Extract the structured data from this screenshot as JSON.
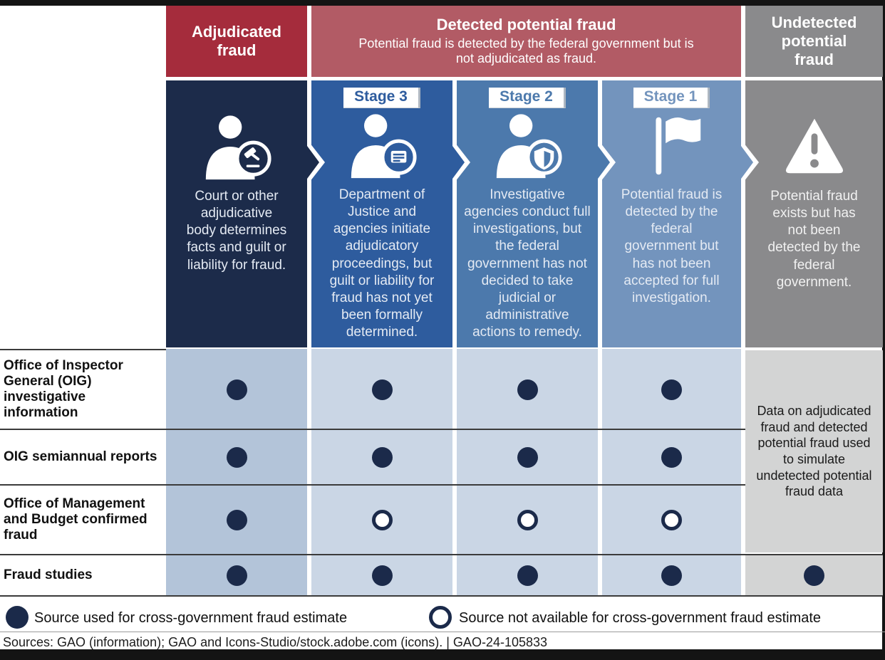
{
  "header": {
    "adjudicated_title": "Adjudicated fraud",
    "detected_title": "Detected potential fraud",
    "detected_subtitle": "Potential fraud is detected by the federal government but is not adjudicated as fraud.",
    "undetected_title": "Undetected potential fraud"
  },
  "stages": [
    {
      "stage_label": "",
      "icon": "person-gavel-icon",
      "description": "Court or other adjudicative body determines facts and guilt or liability for fraud.",
      "color": "#1C2B4A"
    },
    {
      "stage_label": "Stage 3",
      "icon": "person-card-icon",
      "description": "Department of Justice and agencies initiate adjudicatory proceedings, but guilt or liability for fraud has not yet been formally determined.",
      "color": "#2E5C9E"
    },
    {
      "stage_label": "Stage 2",
      "icon": "person-shield-icon",
      "description": "Investigative agencies conduct full investigations, but the federal government has not decided to take judicial or administrative actions to remedy.",
      "color": "#4C79AC"
    },
    {
      "stage_label": "Stage 1",
      "icon": "flag-icon",
      "description": "Potential fraud is detected by the federal government but has not been accepted for full investigation.",
      "color": "#7394BD"
    },
    {
      "stage_label": "",
      "icon": "warning-triangle-icon",
      "description": "Potential fraud exists but has not been detected by the federal government.",
      "color": "#8A8A8C"
    }
  ],
  "matrix": {
    "rows": [
      {
        "label": "Office of Inspector General (OIG) investigative information",
        "cells": [
          "filled",
          "filled",
          "filled",
          "filled"
        ]
      },
      {
        "label": "OIG semiannual reports",
        "cells": [
          "filled",
          "filled",
          "filled",
          "filled"
        ]
      },
      {
        "label": "Office of Management and Budget confirmed fraud",
        "cells": [
          "filled",
          "open",
          "open",
          "open"
        ]
      },
      {
        "label": "Fraud studies",
        "cells": [
          "filled",
          "filled",
          "filled",
          "filled"
        ],
        "undetected_cell": "filled"
      }
    ],
    "undetected_note": "Data on adjudicated fraud and detected potential fraud used to simulate undetected potential fraud data"
  },
  "legend": {
    "filled_label": "Source used for cross-government fraud estimate",
    "open_label": "Source not available for cross-government fraud estimate"
  },
  "footer": {
    "sources": "Sources: GAO (information); GAO and Icons-Studio/stock.adobe.com (icons).  |  GAO-24-105833"
  },
  "colors": {
    "adjudicated_navy": "#1C2B4A",
    "stage3_blue": "#2E5C9E",
    "stage2_blue": "#4C79AC",
    "stage1_blue": "#7394BD",
    "undetected_gray": "#8A8A8C",
    "header_dark_red": "#A52C3C",
    "header_light_red": "#B25B65",
    "dot_navy": "#1B2A4A",
    "matrix_col1_bg": "#B3C4D9",
    "matrix_blue_bg": "#CAD6E5",
    "matrix_gray_bg": "#D3D4D4"
  }
}
